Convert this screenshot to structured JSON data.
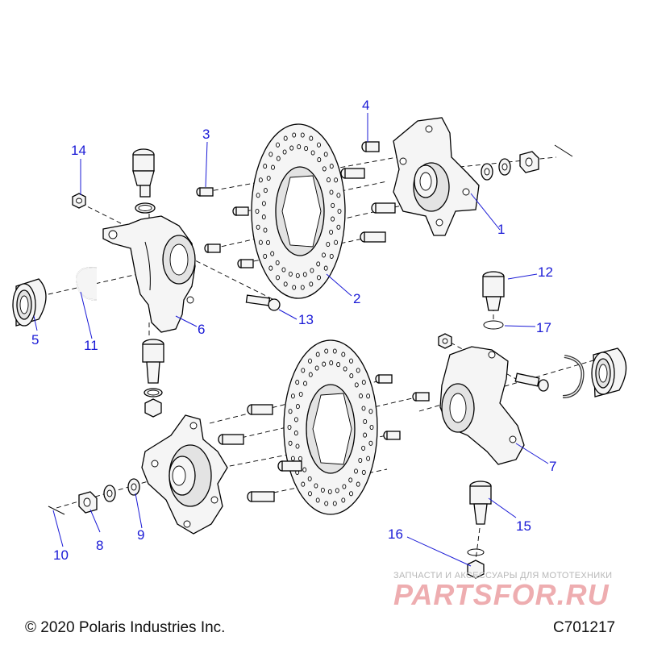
{
  "diagram": {
    "callouts": [
      {
        "id": "c1",
        "label": "1"
      },
      {
        "id": "c2",
        "label": "2"
      },
      {
        "id": "c3",
        "label": "3"
      },
      {
        "id": "c4",
        "label": "4"
      },
      {
        "id": "c5",
        "label": "5"
      },
      {
        "id": "c6",
        "label": "6"
      },
      {
        "id": "c7",
        "label": "7"
      },
      {
        "id": "c8",
        "label": "8"
      },
      {
        "id": "c9",
        "label": "9"
      },
      {
        "id": "c10",
        "label": "10"
      },
      {
        "id": "c11",
        "label": "11"
      },
      {
        "id": "c12",
        "label": "12"
      },
      {
        "id": "c13",
        "label": "13"
      },
      {
        "id": "c14",
        "label": "14"
      },
      {
        "id": "c15",
        "label": "15"
      },
      {
        "id": "c16",
        "label": "16"
      },
      {
        "id": "c17",
        "label": "17"
      }
    ]
  },
  "footer": {
    "copyright": "© 2020 Polaris Industries Inc.",
    "code": "C701217"
  },
  "watermark": {
    "tagline": "ЗАПЧАСТИ И АКСЕССУАРЫ ДЛЯ МОТОТЕХНИКИ",
    "brand": "PARTSFOR.RU"
  },
  "colors": {
    "callout": "#1a1ad6",
    "watermark": "#e06a6f",
    "background": "#ffffff"
  }
}
